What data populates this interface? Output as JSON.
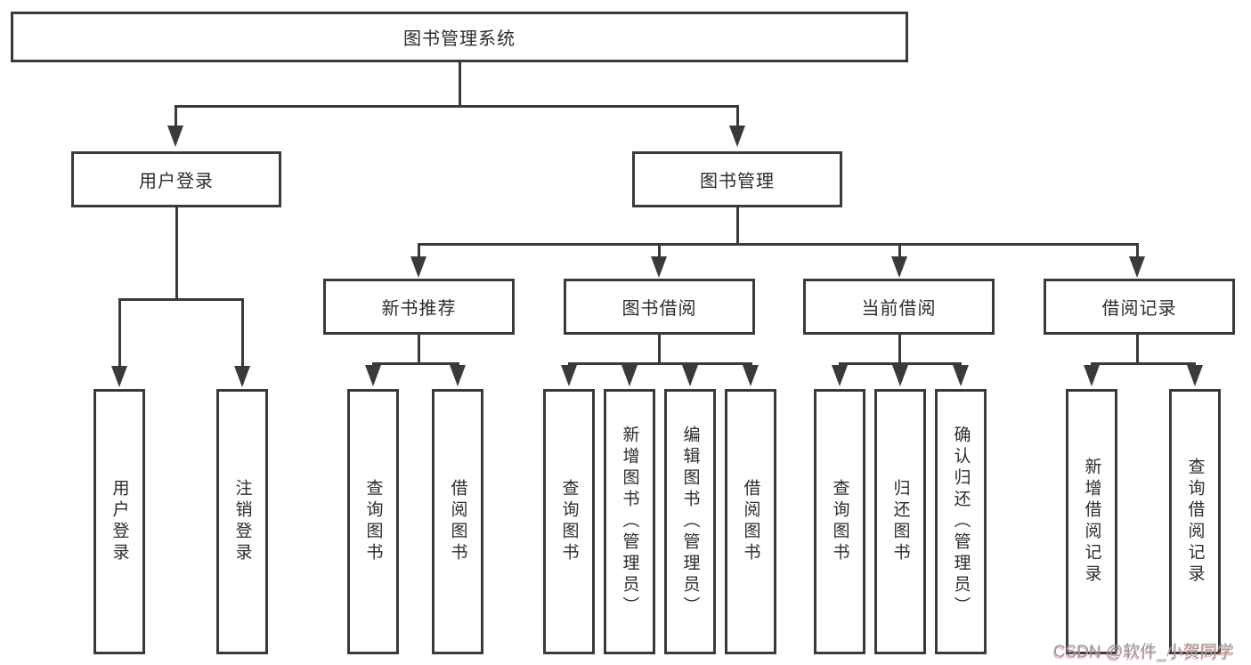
{
  "tree": {
    "root": "图书管理系统",
    "l2": [
      {
        "label": "用户登录",
        "children": [
          "用户登录",
          "注销登录"
        ]
      },
      {
        "label": "图书管理"
      }
    ],
    "l3": [
      {
        "label": "新书推荐",
        "children": [
          "查询图书",
          "借阅图书"
        ]
      },
      {
        "label": "图书借阅",
        "children": [
          "查询图书",
          "新增图书（管理员）",
          "编辑图书（管理员）",
          "借阅图书"
        ]
      },
      {
        "label": "当前借阅",
        "children": [
          "查询图书",
          "归还图书",
          "确认归还（管理员）"
        ]
      },
      {
        "label": "借阅记录",
        "children": [
          "新增借阅记录",
          "查询借阅记录"
        ]
      }
    ]
  },
  "colors": {
    "line": "#3a3a3a",
    "text": "#2d2d2d",
    "watermark_gray": "#9a9a9a",
    "watermark_red": "#eb7878"
  },
  "watermark": {
    "text": "CSDN @软件_小贺同学"
  }
}
